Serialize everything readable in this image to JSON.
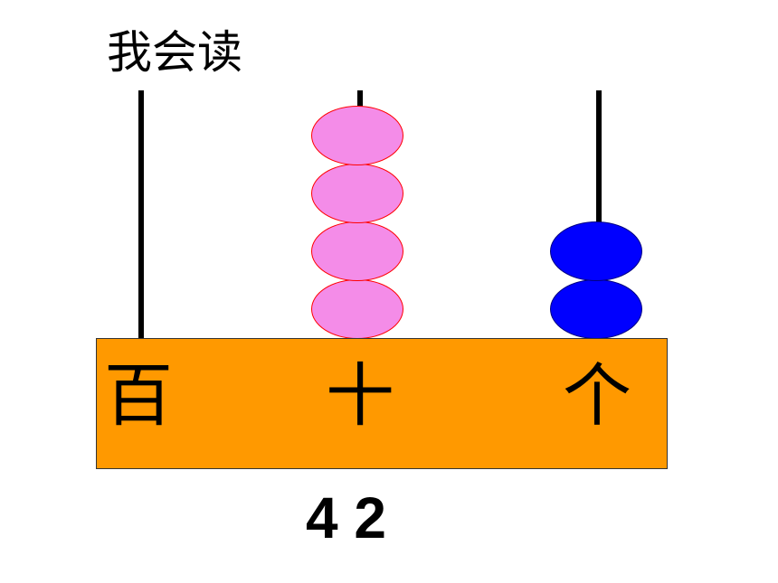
{
  "title": "我会读",
  "places": {
    "hundreds": "百",
    "tens": "十",
    "ones": "个"
  },
  "beads": {
    "hundreds": 0,
    "tens": 4,
    "ones": 2
  },
  "colors": {
    "base": "#ff9900",
    "tens_bead": "#f48ce8",
    "tens_bead_border": "#ff0000",
    "ones_bead": "#0000ff"
  },
  "number_text": "4 2"
}
